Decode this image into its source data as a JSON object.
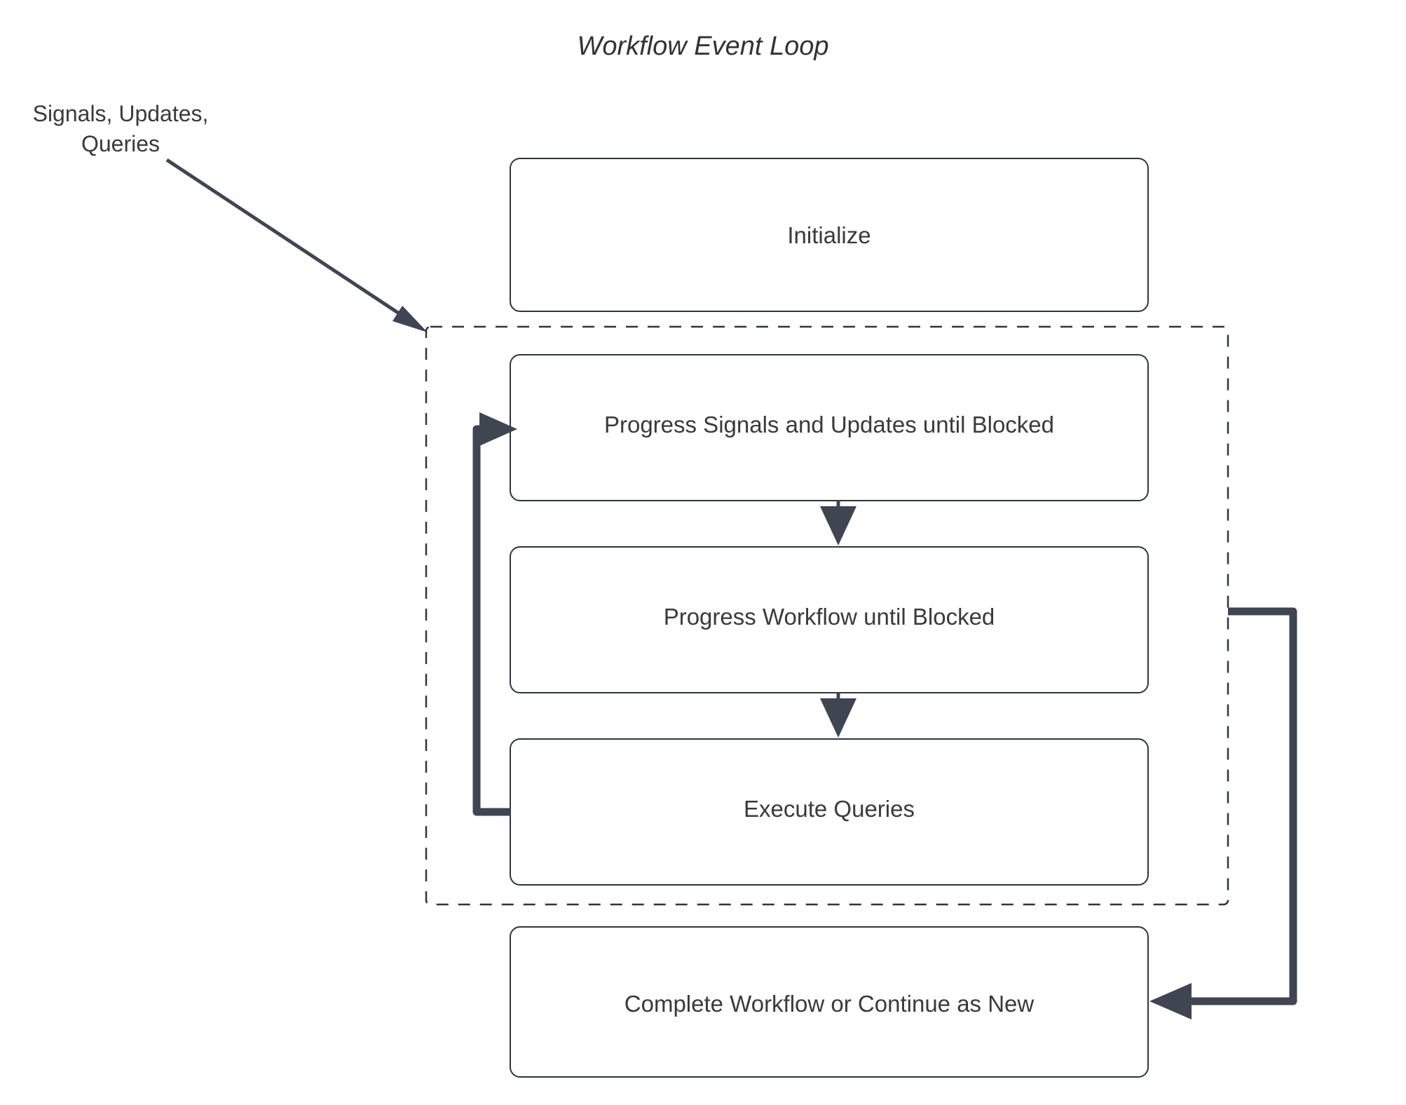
{
  "diagram": {
    "title": "Workflow Event Loop",
    "type": "flowchart",
    "theme": {
      "background": "#ffffff",
      "node_fill": "#ffffff",
      "node_stroke": "#2f3440",
      "edge_color": "#3f4551",
      "text_color": "#3a3a3a",
      "loop_border_style": "dashed"
    },
    "external_labels": [
      {
        "name": "inputs-label",
        "line1": "Signals, Updates,",
        "line2": "Queries"
      }
    ],
    "nodes": [
      {
        "id": "initialize",
        "label": "Initialize",
        "in_loop": false
      },
      {
        "id": "progress-signals",
        "label": "Progress Signals and Updates until Blocked",
        "in_loop": true
      },
      {
        "id": "progress-workflow",
        "label": "Progress Workflow until Blocked",
        "in_loop": true
      },
      {
        "id": "execute-queries",
        "label": "Execute Queries",
        "in_loop": true
      },
      {
        "id": "complete-workflow",
        "label": "Complete Workflow or Continue as New",
        "in_loop": false
      }
    ],
    "edges": [
      {
        "from": "inputs-label",
        "to": "event-loop",
        "style": "solid-diagonal"
      },
      {
        "from": "progress-signals",
        "to": "progress-workflow",
        "style": "solid-down"
      },
      {
        "from": "progress-workflow",
        "to": "execute-queries",
        "style": "solid-down"
      },
      {
        "from": "execute-queries",
        "to": "progress-signals",
        "style": "loop-back-left"
      },
      {
        "from": "event-loop",
        "to": "complete-workflow",
        "style": "exit-right"
      }
    ]
  }
}
